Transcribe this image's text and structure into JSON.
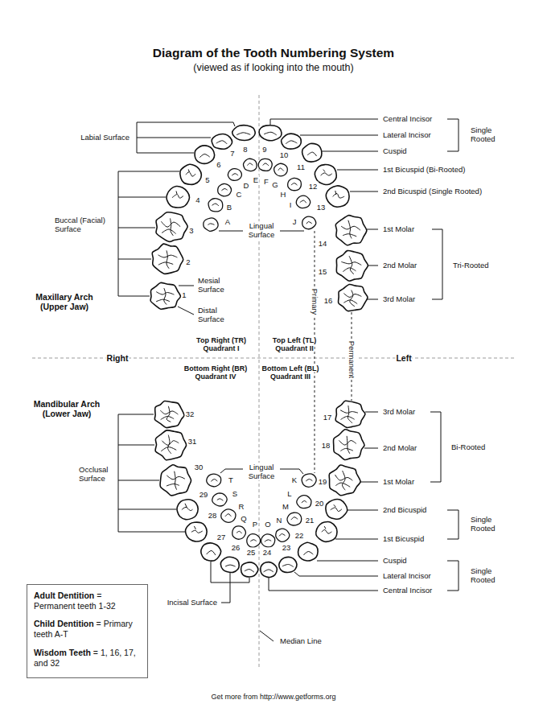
{
  "diagram": {
    "title": "Diagram of the Tooth Numbering System",
    "nodes": [
      {
        "text": [
          "Adult Dentition",
          "= Permanent teeth 1-32",
          "Child Dentition",
          "= Primary teeth A-T",
          "Wisdom Teeth",
          "= 1, 16, 17, and 32"
        ]
      }
    ],
    "labels": [
      "(viewed as if looking into the mouth)",
      "Labial Surface",
      "Buccal (Facial) Surface",
      "Maxillary Arch (Upper Jaw)",
      "Mesial Surface",
      "Distal Surface",
      "Lingual Surface",
      "Central Incisor",
      "Lateral Incisor",
      "Cuspid",
      "Single Rooted",
      "1st Bicuspid (Bi-Rooted)",
      "2nd Bicuspid (Single Rooted)",
      "1st Molar",
      "2nd Molar",
      "3rd Molar",
      "Tri-Rooted",
      "Primary",
      "Permanent",
      "Top Right (TR) Quadrant I",
      "Top Left (TL) Quadrant II",
      "Right",
      "Left",
      "Bottom Right (BR) Quadrant IV",
      "Bottom Left (BL) Quadrant III",
      "Mandibular Arch (Lower Jaw)",
      "Occlusal Surface",
      "Lingual Surface",
      "3rd Molar",
      "2nd Molar",
      "1st Molar",
      "Bi-Rooted",
      "2nd Bicuspid",
      "1st Bicuspid",
      "Single Rooted",
      "Cuspid",
      "Lateral Incisor",
      "Central Incisor",
      "Single Rooted",
      "Incisal Surface",
      "Median Line",
      "Get more from http://www.getforms.org",
      "1",
      "2",
      "3",
      "4",
      "5",
      "6",
      "7",
      "8",
      "9",
      "10",
      "11",
      "12",
      "13",
      "14",
      "15",
      "16",
      "17",
      "18",
      "19",
      "20",
      "21",
      "22",
      "23",
      "24",
      "25",
      "26",
      "27",
      "28",
      "29",
      "30",
      "31",
      "32",
      "A",
      "B",
      "C",
      "D",
      "E",
      "F",
      "G",
      "H",
      "I",
      "J",
      "K",
      "L",
      "M",
      "N",
      "O",
      "P",
      "Q",
      "R",
      "S",
      "T"
    ]
  }
}
